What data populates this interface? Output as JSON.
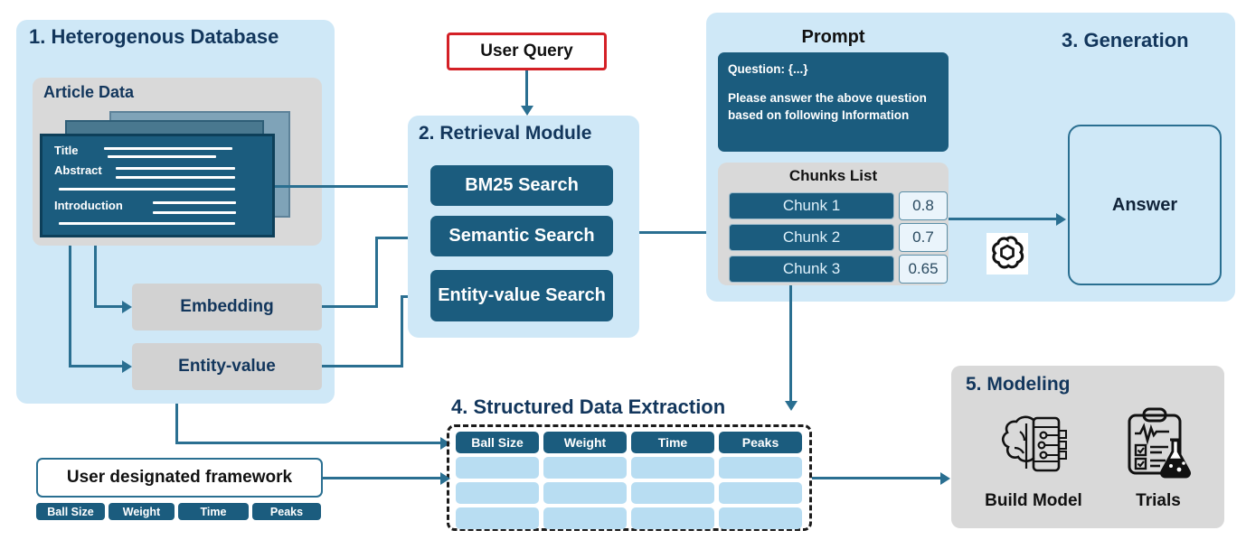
{
  "sections": {
    "database": {
      "title": "1. Heterogenous Database",
      "article_card_title": "Article Data",
      "card_fields": [
        "Title",
        "Abstract",
        "Introduction"
      ],
      "blocks": [
        "Embedding",
        "Entity-value"
      ]
    },
    "retrieval": {
      "title": "2. Retrieval Module",
      "items": [
        "BM25 Search",
        "Semantic Search",
        "Entity-value Search"
      ]
    },
    "generation": {
      "title": "3. Generation",
      "prompt_title": "Prompt",
      "prompt_line1": "Question: {...}",
      "prompt_line2": "Please answer the above question based on following Information",
      "chunks_title": "Chunks List",
      "chunks": [
        {
          "label": "Chunk 1",
          "score": "0.8"
        },
        {
          "label": "Chunk 2",
          "score": "0.7"
        },
        {
          "label": "Chunk 3",
          "score": "0.65"
        }
      ],
      "llm_icon": "openai-logo-icon",
      "answer_label": "Answer"
    },
    "extraction": {
      "title": "4. Structured Data Extraction",
      "columns": [
        "Ball Size",
        "Weight",
        "Time",
        "Peaks"
      ],
      "empty_rows": 3
    },
    "modeling": {
      "title": "5. Modeling",
      "items": [
        {
          "label": "Build Model",
          "icon": "brain-circuit-icon"
        },
        {
          "label": "Trials",
          "icon": "clipboard-flask-icon"
        }
      ]
    }
  },
  "user_query": {
    "label": "User Query"
  },
  "framework": {
    "label": "User designated framework",
    "pills": [
      "Ball Size",
      "Weight",
      "Time",
      "Peaks"
    ]
  },
  "colors": {
    "panel_blue": "#cfe8f7",
    "panel_gray": "#d9d9d9",
    "teal": "#1b5c7e",
    "arrow": "#2a6f91",
    "title_navy": "#12365c",
    "query_red": "#d42026",
    "cell_blue": "#b8ddf2"
  }
}
